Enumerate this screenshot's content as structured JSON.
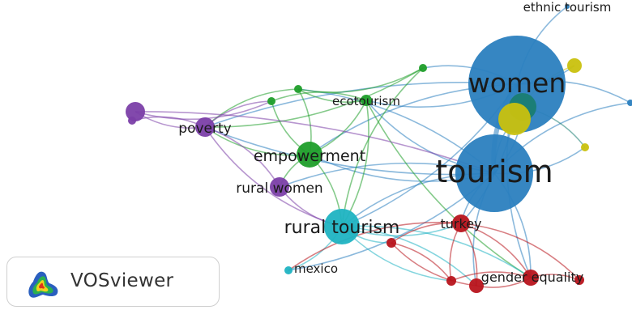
{
  "nodes": [
    {
      "id": "women",
      "label": "women",
      "color": "#2b7fbf",
      "size": 5
    },
    {
      "id": "tourism",
      "label": "tourism",
      "color": "#2b7fbf",
      "size": 5
    },
    {
      "id": "ethnic",
      "label": "ethnic tourism",
      "color": "#2b7fbf",
      "size": 1
    },
    {
      "id": "yellow1",
      "label": "",
      "color": "#c9c10e",
      "size": 3
    },
    {
      "id": "teal",
      "label": "",
      "color": "#1a7d72",
      "size": 3
    },
    {
      "id": "yellow2",
      "label": "",
      "color": "#c9c10e",
      "size": 1
    },
    {
      "id": "yellow3",
      "label": "",
      "color": "#c9c10e",
      "size": 1
    },
    {
      "id": "edge_blue",
      "label": "",
      "color": "#2b7fbf",
      "size": 1
    },
    {
      "id": "empowerment",
      "label": "empowerment",
      "color": "#1f9e2a",
      "size": 3
    },
    {
      "id": "ecotourism",
      "label": "ecotourism",
      "color": "#1f9e2a",
      "size": 1
    },
    {
      "id": "green_a",
      "label": "",
      "color": "#1f9e2a",
      "size": 1
    },
    {
      "id": "green_b",
      "label": "",
      "color": "#1f9e2a",
      "size": 1
    },
    {
      "id": "green_c",
      "label": "",
      "color": "#1f9e2a",
      "size": 1
    },
    {
      "id": "poverty",
      "label": "poverty",
      "color": "#7b3fa8",
      "size": 2
    },
    {
      "id": "purple_a",
      "label": "",
      "color": "#7b3fa8",
      "size": 2
    },
    {
      "id": "purple_b",
      "label": "",
      "color": "#7b3fa8",
      "size": 1
    },
    {
      "id": "ruralwomen",
      "label": "rural women",
      "color": "#7b3fa8",
      "size": 2
    },
    {
      "id": "ruraltourism",
      "label": "rural tourism",
      "color": "#1fb3c2",
      "size": 4
    },
    {
      "id": "mexico",
      "label": "mexico",
      "color": "#1fb3c2",
      "size": 1
    },
    {
      "id": "turkey",
      "label": "turkey",
      "color": "#b8141c",
      "size": 2
    },
    {
      "id": "gender",
      "label": "gender equality",
      "color": "#b8141c",
      "size": 2
    },
    {
      "id": "red_a",
      "label": "",
      "color": "#b8141c",
      "size": 1
    },
    {
      "id": "red_b",
      "label": "",
      "color": "#b8141c",
      "size": 2
    },
    {
      "id": "red_c",
      "label": "",
      "color": "#b8141c",
      "size": 1
    },
    {
      "id": "red_d",
      "label": "",
      "color": "#b8141c",
      "size": 1
    }
  ],
  "edges": [
    [
      "women",
      "tourism"
    ],
    [
      "women",
      "ethnic"
    ],
    [
      "women",
      "yellow1"
    ],
    [
      "women",
      "teal"
    ],
    [
      "women",
      "empowerment"
    ],
    [
      "women",
      "ruraltourism"
    ],
    [
      "women",
      "poverty"
    ],
    [
      "women",
      "ecotourism"
    ],
    [
      "women",
      "gender"
    ],
    [
      "women",
      "turkey"
    ],
    [
      "women",
      "green_a"
    ],
    [
      "women",
      "edge_blue"
    ],
    [
      "tourism",
      "teal"
    ],
    [
      "tourism",
      "yellow2"
    ],
    [
      "tourism",
      "yellow3"
    ],
    [
      "tourism",
      "empowerment"
    ],
    [
      "tourism",
      "ruraltourism"
    ],
    [
      "tourism",
      "poverty"
    ],
    [
      "tourism",
      "turkey"
    ],
    [
      "tourism",
      "gender"
    ],
    [
      "tourism",
      "red_b"
    ],
    [
      "tourism",
      "ecotourism"
    ],
    [
      "tourism",
      "ruralwomen"
    ],
    [
      "tourism",
      "mexico"
    ],
    [
      "tourism",
      "green_b"
    ],
    [
      "tourism",
      "edge_blue"
    ],
    [
      "teal",
      "yellow2"
    ],
    [
      "teal",
      "yellow3"
    ],
    [
      "yellow1",
      "teal"
    ],
    [
      "empowerment",
      "poverty"
    ],
    [
      "empowerment",
      "ecotourism"
    ],
    [
      "empowerment",
      "ruraltourism"
    ],
    [
      "empowerment",
      "green_b"
    ],
    [
      "empowerment",
      "green_c"
    ],
    [
      "empowerment",
      "ruralwomen"
    ],
    [
      "ecotourism",
      "green_b"
    ],
    [
      "ecotourism",
      "green_c"
    ],
    [
      "ecotourism",
      "ruraltourism"
    ],
    [
      "ecotourism",
      "gender"
    ],
    [
      "green_a",
      "green_b"
    ],
    [
      "green_a",
      "ruraltourism"
    ],
    [
      "green_a",
      "poverty"
    ],
    [
      "green_b",
      "poverty"
    ],
    [
      "poverty",
      "purple_a"
    ],
    [
      "poverty",
      "purple_b"
    ],
    [
      "poverty",
      "ruralwomen"
    ],
    [
      "poverty",
      "ruraltourism"
    ],
    [
      "poverty",
      "green_c"
    ],
    [
      "purple_a",
      "green_c"
    ],
    [
      "purple_a",
      "tourism"
    ],
    [
      "ruralwomen",
      "ruraltourism"
    ],
    [
      "ruraltourism",
      "mexico"
    ],
    [
      "ruraltourism",
      "turkey"
    ],
    [
      "ruraltourism",
      "gender"
    ],
    [
      "ruraltourism",
      "red_a"
    ],
    [
      "ruraltourism",
      "red_b"
    ],
    [
      "ruraltourism",
      "red_c"
    ],
    [
      "turkey",
      "gender"
    ],
    [
      "turkey",
      "red_a"
    ],
    [
      "turkey",
      "red_b"
    ],
    [
      "turkey",
      "red_c"
    ],
    [
      "turkey",
      "red_d"
    ],
    [
      "turkey",
      "mexico"
    ],
    [
      "gender",
      "red_b"
    ],
    [
      "gender",
      "red_c"
    ],
    [
      "gender",
      "red_d"
    ],
    [
      "red_a",
      "red_b"
    ],
    [
      "red_a",
      "red_c"
    ]
  ],
  "logo": {
    "text": "VOSviewer"
  }
}
